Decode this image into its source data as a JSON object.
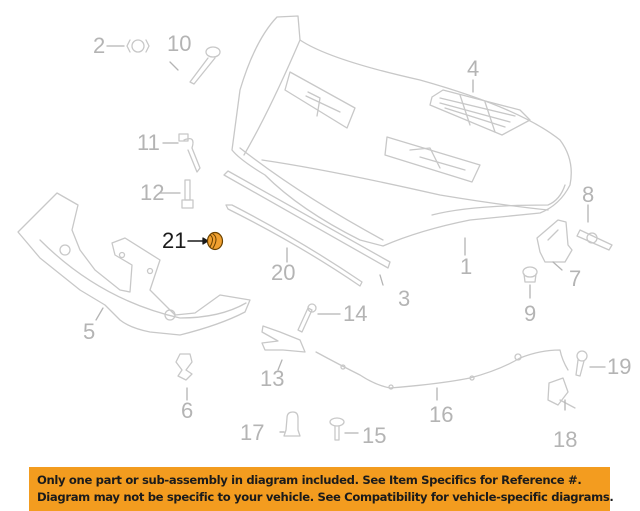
{
  "diagram": {
    "title": "Hood & components exploded parts diagram",
    "highlighted_part": "21",
    "highlight_color": "#f0a030",
    "line_color": "#c8c8c8",
    "label_color": "#b4b4b4",
    "callouts": [
      {
        "id": "1",
        "label": "1"
      },
      {
        "id": "2",
        "label": "2"
      },
      {
        "id": "3",
        "label": "3"
      },
      {
        "id": "4",
        "label": "4"
      },
      {
        "id": "5",
        "label": "5"
      },
      {
        "id": "6",
        "label": "6"
      },
      {
        "id": "7",
        "label": "7"
      },
      {
        "id": "8",
        "label": "8"
      },
      {
        "id": "9",
        "label": "9"
      },
      {
        "id": "10",
        "label": "10"
      },
      {
        "id": "11",
        "label": "11"
      },
      {
        "id": "12",
        "label": "12"
      },
      {
        "id": "13",
        "label": "13"
      },
      {
        "id": "14",
        "label": "14"
      },
      {
        "id": "15",
        "label": "15"
      },
      {
        "id": "16",
        "label": "16"
      },
      {
        "id": "17",
        "label": "17"
      },
      {
        "id": "18",
        "label": "18"
      },
      {
        "id": "19",
        "label": "19"
      },
      {
        "id": "20",
        "label": "20"
      },
      {
        "id": "21",
        "label": "21"
      }
    ]
  },
  "notice": {
    "background": "#f39c1f",
    "line1": "Only one part or sub-assembly in diagram included. See Item Specifics for Reference #.",
    "line2": "Diagram may not be specific to your vehicle. See Compatibility for vehicle-specific diagrams."
  }
}
